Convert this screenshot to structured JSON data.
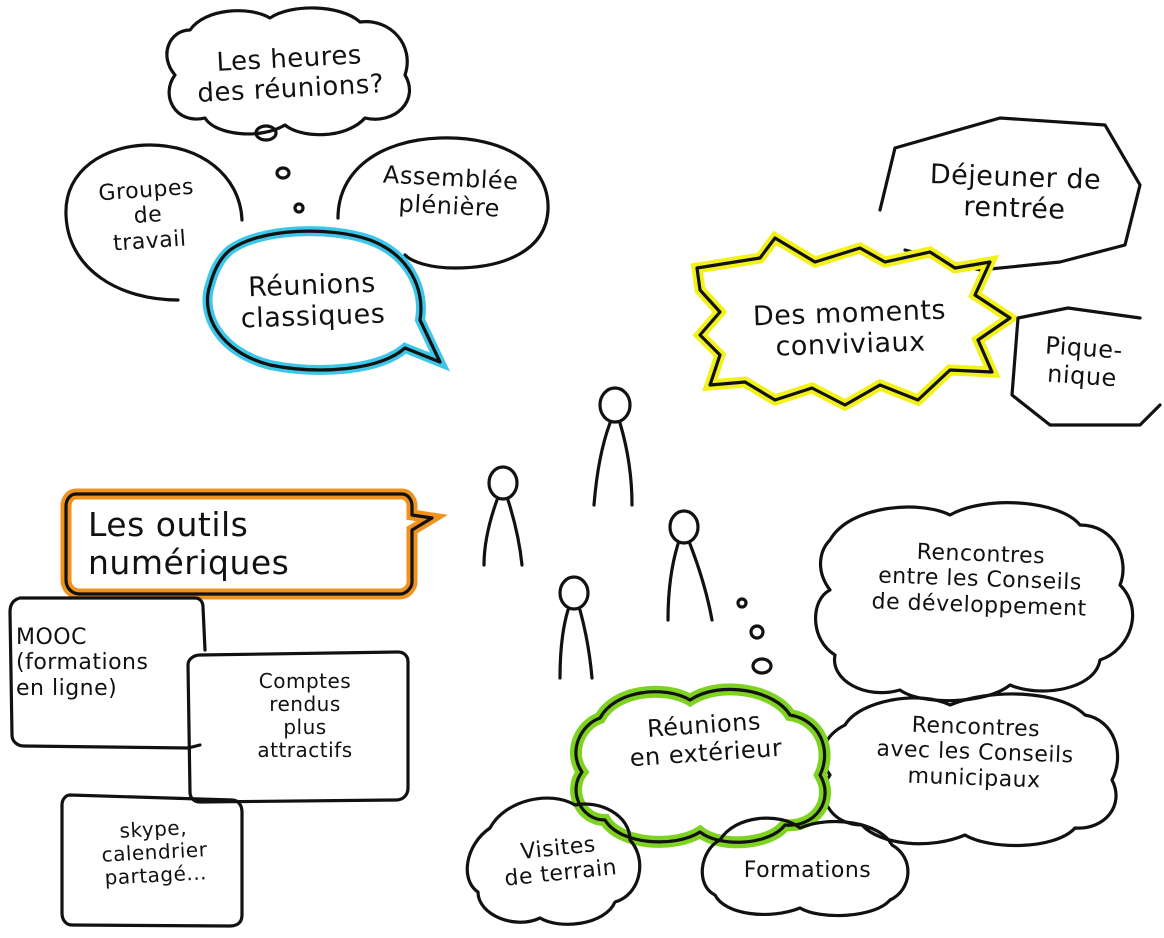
{
  "bubbles": {
    "question": "Les heures\ndes réunions?",
    "groupes": "Groupes\nde\ntravail",
    "assemblee": "Assemblée\nplénière",
    "classiques": "Réunions\nclassiques",
    "dejeuner": "Déjeuner de\nrentrée",
    "conviviaux": "Des moments\nconviviaux",
    "piquenique": "Pique-\nnique",
    "outils": "Les outils\nnumériques",
    "mooc": "MOOC\n(formations\nen ligne)",
    "comptes": "Comptes\nrendus\nplus\nattractifs",
    "skype": "skype,\ncalendrier\npartagé...",
    "rencontres_conseils_dev": "Rencontres\nentre les Conseils\nde développement",
    "rencontres_municipaux": "Rencontres\navec les Conseils\nmunicipaux",
    "exterieur": "Réunions\nen extérieur",
    "visites": "Visites\nde terrain",
    "formations": "Formations"
  },
  "colors": {
    "ink": "#111111",
    "classiques_accent": "#3cc6e8",
    "conviviaux_accent": "#f2f21a",
    "outils_accent": "#f0921e",
    "exterieur_accent": "#7ed321"
  },
  "figures": [
    "stick-figure",
    "stick-figure",
    "stick-figure",
    "stick-figure"
  ]
}
